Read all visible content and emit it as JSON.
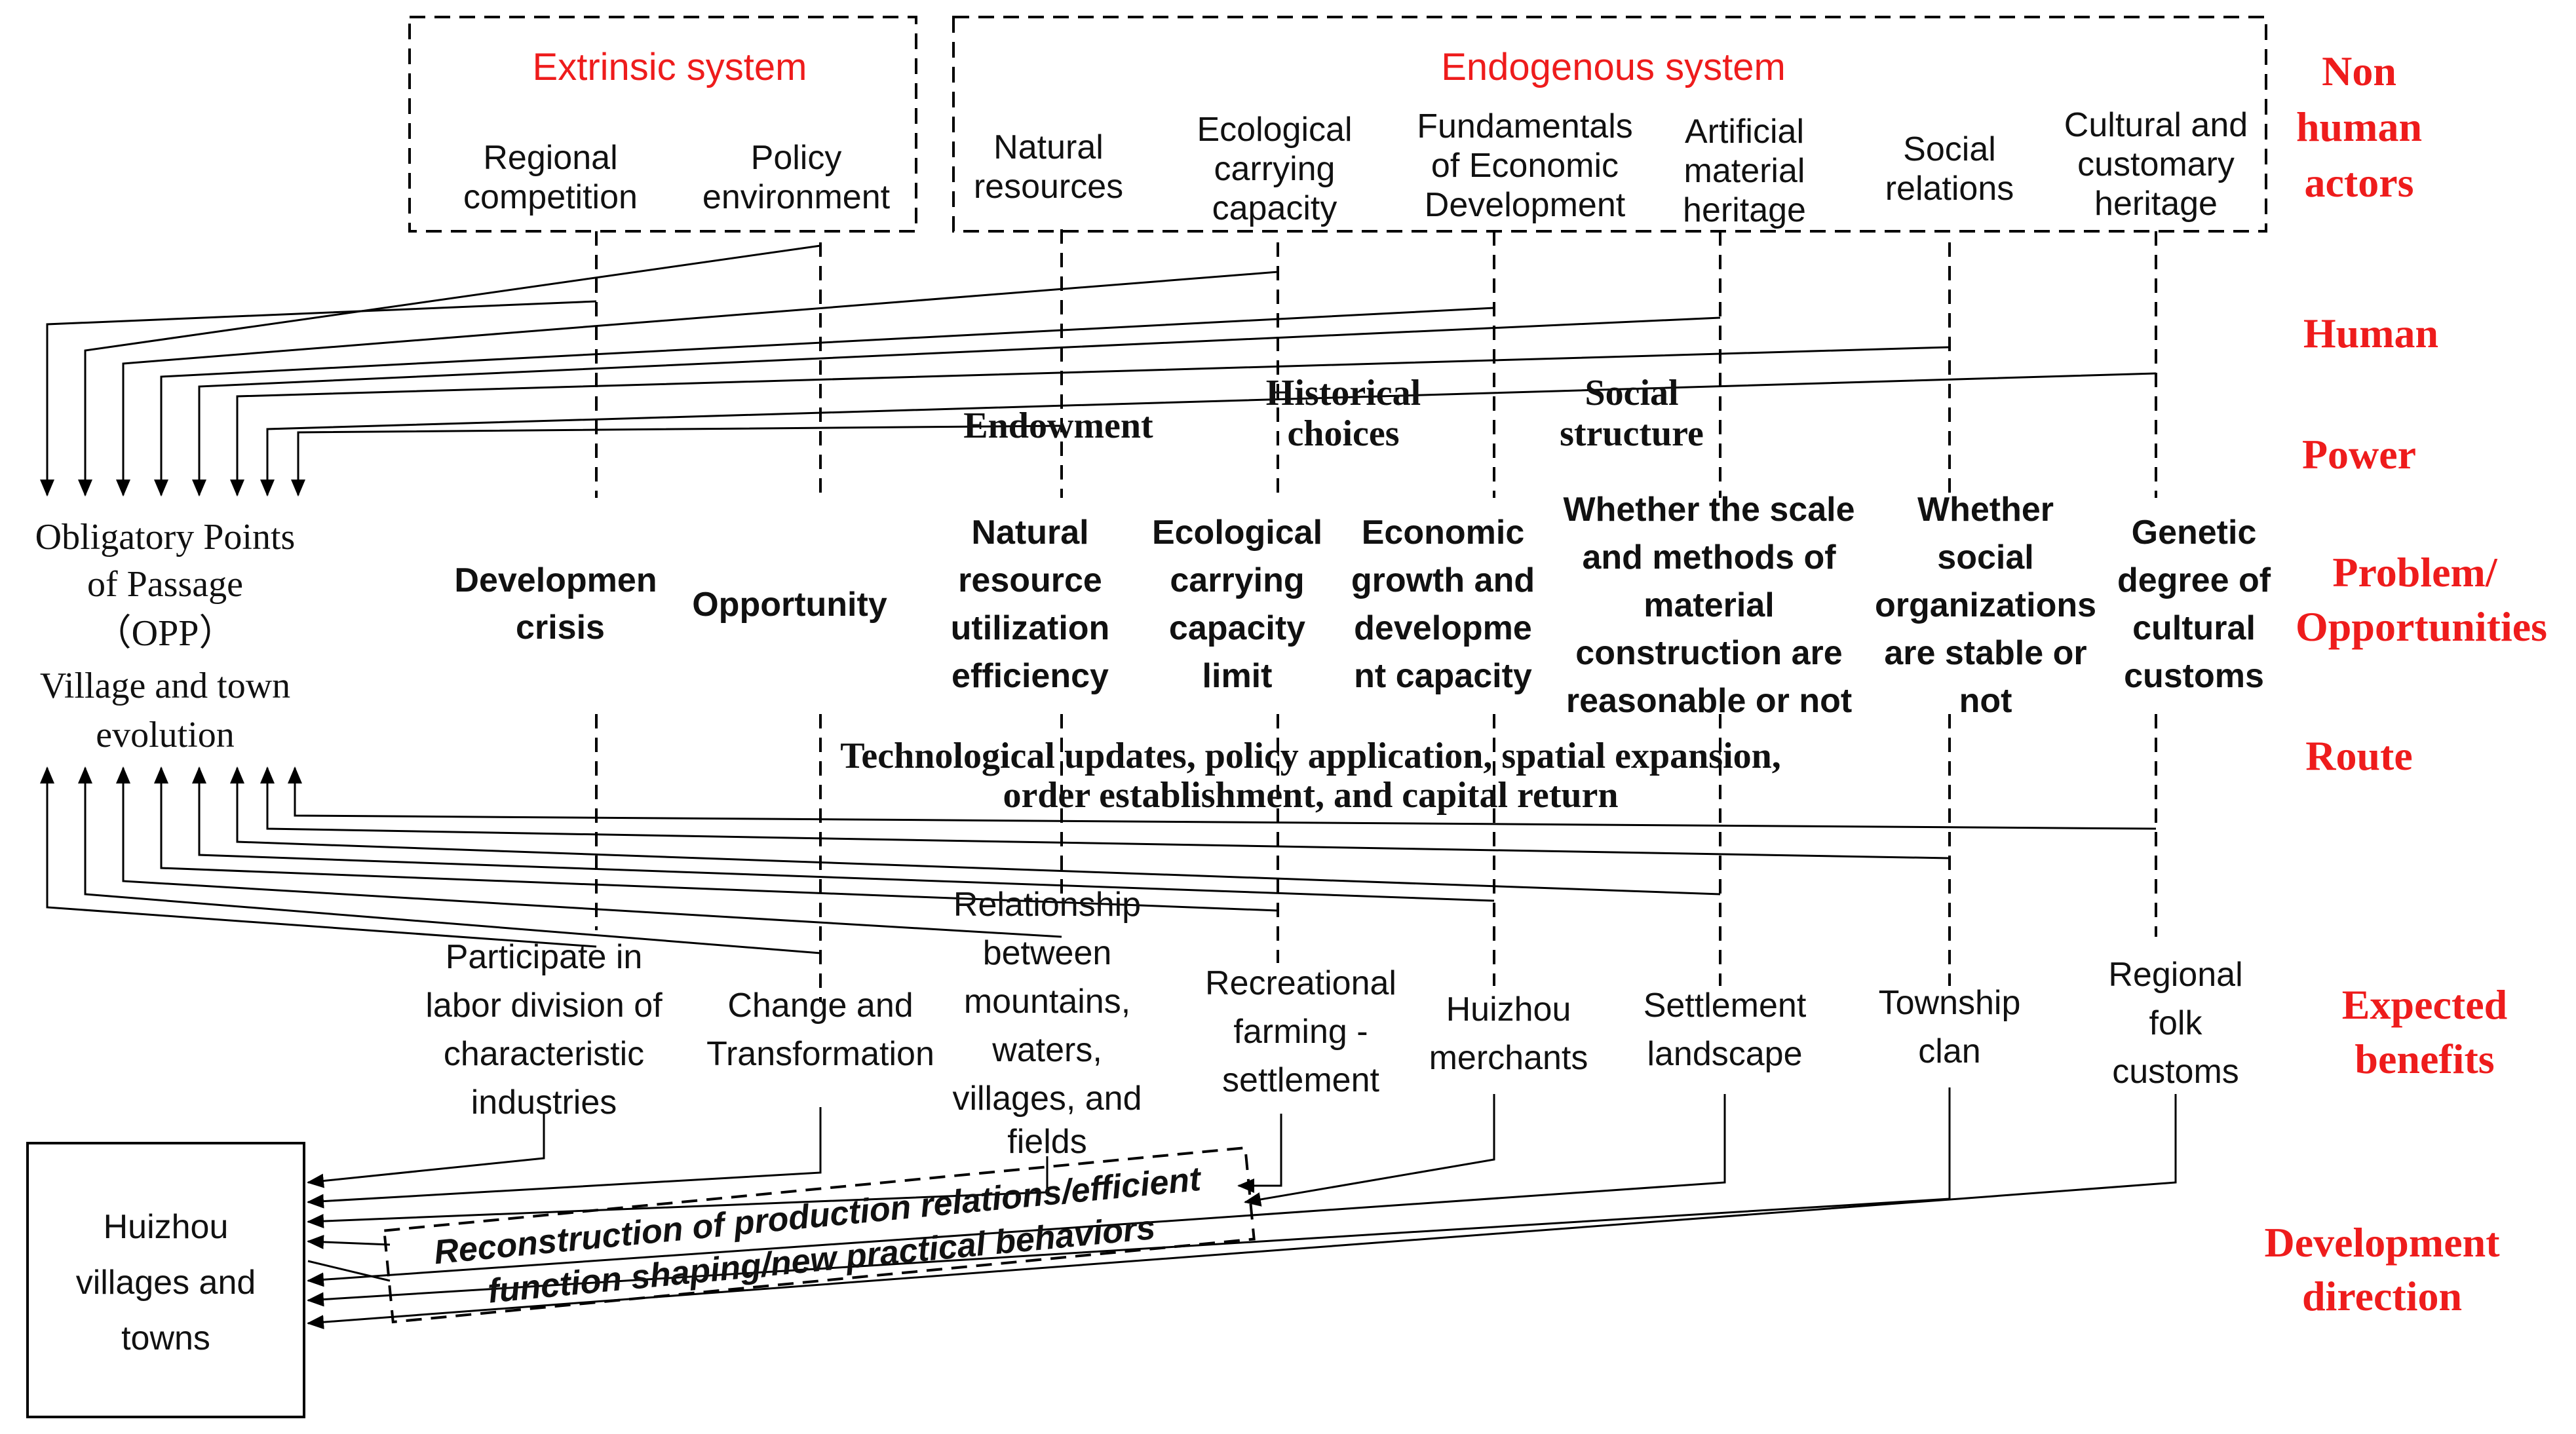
{
  "row_labels": {
    "non_human_actors": [
      "Non",
      "human",
      "actors"
    ],
    "human": "Human",
    "power": "Power",
    "problem_opportunities": [
      "Problem/",
      "Opportunities"
    ],
    "route": "Route",
    "expected_benefits": [
      "Expected",
      "benefits"
    ],
    "development_direction": [
      "Development",
      "direction"
    ]
  },
  "extrinsic_system": {
    "title": "Extrinsic system",
    "actors": [
      [
        "Regional",
        "competition"
      ],
      [
        "Policy",
        "environment"
      ]
    ]
  },
  "endogenous_system": {
    "title": "Endogenous system",
    "actors": [
      [
        "Natural",
        "resources"
      ],
      [
        "Ecological",
        "carrying",
        "capacity"
      ],
      [
        "Fundamentals",
        "of Economic",
        "Development"
      ],
      [
        "Artificial",
        "material",
        "heritage"
      ],
      [
        "Social",
        "relations"
      ],
      [
        "Cultural and",
        "customary",
        "heritage"
      ]
    ]
  },
  "power_labels": {
    "endowment": "Endowment",
    "historical_choices": [
      "Historical",
      "choices"
    ],
    "social_structure": [
      "Social",
      "structure"
    ]
  },
  "opp": [
    "Obligatory Points",
    "of Passage",
    "（OPP）",
    "Village and town",
    "evolution"
  ],
  "problems": [
    [
      "Developmen",
      "crisis"
    ],
    [
      "Opportunity"
    ],
    [
      "Natural",
      "resource",
      "utilization",
      "efficiency"
    ],
    [
      "Ecological",
      "carrying",
      "capacity",
      "limit"
    ],
    [
      "Economic",
      "growth and",
      "developme",
      "nt capacity"
    ],
    [
      "Whether the scale",
      "and methods of",
      "material",
      "construction are",
      "reasonable or not"
    ],
    [
      "Whether",
      "social",
      "organizations",
      "are stable or",
      "not"
    ],
    [
      "Genetic",
      "degree of",
      "cultural",
      "customs"
    ]
  ],
  "route": [
    "Technological updates, policy application, spatial expansion,",
    "order establishment, and capital return"
  ],
  "benefits": [
    [
      "Participate in",
      "labor division of",
      "characteristic",
      "industries"
    ],
    [
      "Change and",
      "Transformation"
    ],
    [
      "Relationship",
      "between",
      "mountains,",
      "waters,",
      "villages, and",
      "fields"
    ],
    [
      "Recreational",
      "farming -",
      "settlement"
    ],
    [
      "Huizhou",
      "merchants"
    ],
    [
      "Settlement",
      "landscape"
    ],
    [
      "Township",
      "clan"
    ],
    [
      "Regional",
      "folk",
      "customs"
    ]
  ],
  "huizhou_box": [
    "Huizhou",
    "villages and",
    "towns"
  ],
  "reconstruction": [
    "Reconstruction of production relations/efficient",
    "function shaping/new practical behaviors"
  ]
}
